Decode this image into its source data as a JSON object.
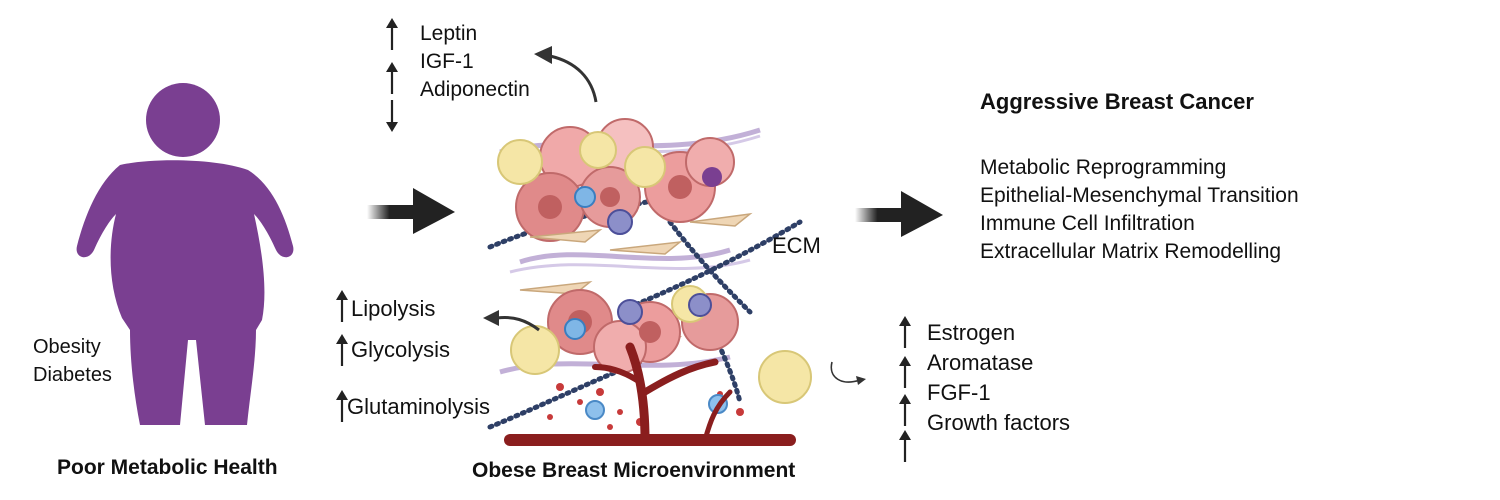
{
  "person": {
    "conditions": [
      "Obesity",
      "Diabetes"
    ],
    "caption": "Poor Metabolic Health"
  },
  "microenvironment": {
    "caption": "Obese Breast Microenvironment",
    "ecm_label": "ECM",
    "secreted_top": [
      {
        "arrow": "up",
        "label": "Leptin"
      },
      {
        "arrow": "up",
        "label": "IGF-1"
      },
      {
        "arrow": "down",
        "label": "Adiponectin"
      }
    ],
    "metabolic_left": [
      {
        "arrow": "up",
        "label": "Lipolysis"
      },
      {
        "arrow": "up",
        "label": "Glycolysis"
      },
      {
        "arrow": "up",
        "label": "Glutaminolysis"
      }
    ],
    "secreted_right": [
      {
        "arrow": "up",
        "label": "Estrogen"
      },
      {
        "arrow": "up",
        "label": "Aromatase"
      },
      {
        "arrow": "up",
        "label": "FGF-1"
      },
      {
        "arrow": "up",
        "label": "Growth factors"
      }
    ]
  },
  "outcome": {
    "title": "Aggressive Breast Cancer",
    "features": [
      "Metabolic Reprogramming",
      "Epithelial-Mesenchymal Transition",
      "Immune Cell Infiltration",
      "Extracellular Matrix Remodelling"
    ]
  },
  "colors": {
    "person": "#7a3f91",
    "tumor_cell": "#e08a8a",
    "adipocyte": "#f5e6a6",
    "vessel": "#8a1e1e",
    "ecm_fiber": "#2e3f66",
    "arrow": "#222222"
  }
}
